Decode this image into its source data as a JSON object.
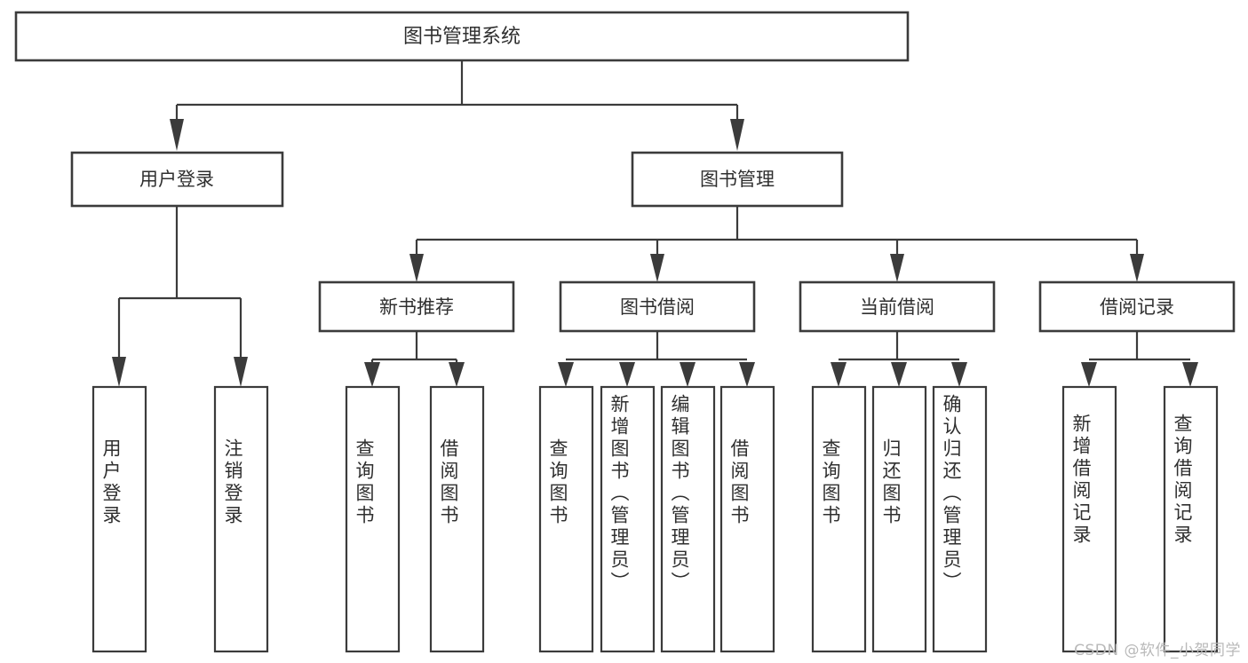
{
  "diagram": {
    "title": "图书管理系统",
    "watermark": "CSDN @软件_小贺同学",
    "stroke_color": "#3b3b3b",
    "text_color": "#2f2f2f",
    "background_color": "#ffffff",
    "watermark_color": "#b9b9b9",
    "type": "tree-hierarchy",
    "levels": 3
  },
  "root": {
    "label": "图书管理系统"
  },
  "level1": [
    {
      "label": "用户登录"
    },
    {
      "label": "图书管理"
    }
  ],
  "level2": [
    {
      "label": "新书推荐"
    },
    {
      "label": "图书借阅"
    },
    {
      "label": "当前借阅"
    },
    {
      "label": "借阅记录"
    }
  ],
  "leaves": {
    "user_login": [
      {
        "label": "用户登录"
      },
      {
        "label": "注销登录"
      }
    ],
    "new_book_recommend": [
      {
        "label": "查询图书"
      },
      {
        "label": "借阅图书"
      }
    ],
    "book_borrow": [
      {
        "label": "查询图书"
      },
      {
        "label": "新增图书（管理员）"
      },
      {
        "label": "编辑图书（管理员）"
      },
      {
        "label": "借阅图书"
      }
    ],
    "current_borrow": [
      {
        "label": "查询图书"
      },
      {
        "label": "归还图书"
      },
      {
        "label": "确认归还（管理员）"
      }
    ],
    "borrow_record": [
      {
        "label": "新增借阅记录"
      },
      {
        "label": "查询借阅记录"
      }
    ]
  }
}
